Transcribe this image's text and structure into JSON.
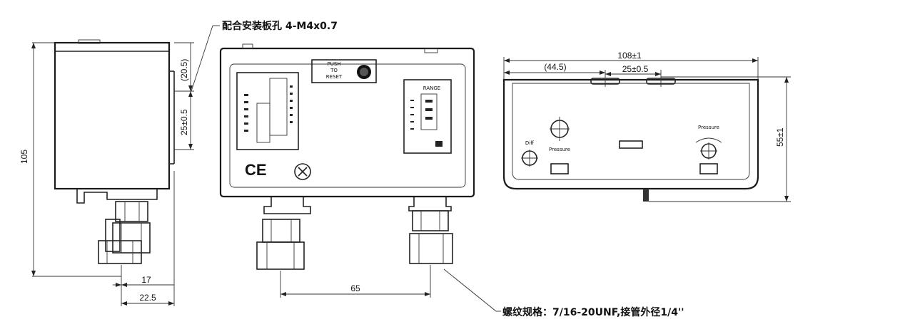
{
  "callouts": {
    "mounting_holes": "配合安装板孔 4-M4x0.7",
    "thread_spec": "螺纹规格：7/16-20UNF,接管外径1/4''"
  },
  "side_view": {
    "height": "105",
    "top_offset": "(20.5)",
    "hole_spacing": "25±0.5",
    "fitting_offset": "17",
    "fitting_width": "22.5"
  },
  "front_view": {
    "reset_button_line1": "PUSH",
    "reset_button_line2": "TO",
    "reset_button_line3": "RESET",
    "range_label": "RANGE",
    "ce_mark": "CE",
    "connection_spacing": "65"
  },
  "bottom_view": {
    "total_width": "108±1",
    "left_offset": "(44.5)",
    "hole_spacing": "25±0.5",
    "depth": "55±1",
    "diff_label": "Diff",
    "pressure_label_left": "Pressure",
    "pressure_label_right": "Pressure"
  }
}
